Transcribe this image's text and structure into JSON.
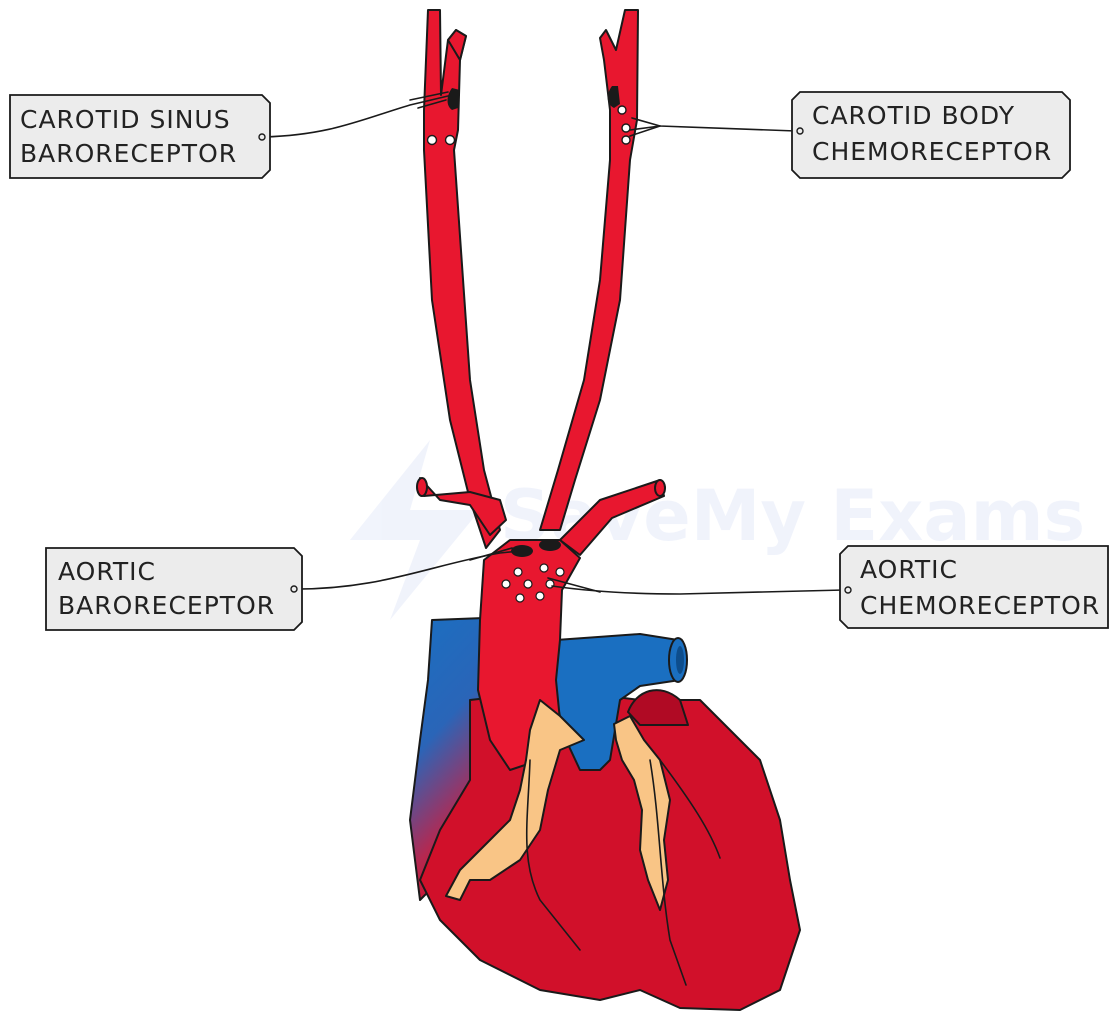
{
  "labels": {
    "carotid_sinus": {
      "line1": "CAROTID SINUS",
      "line2": "BARORECEPTOR"
    },
    "carotid_body": {
      "line1": "CAROTID BODY",
      "line2": "CHEMORECEPTOR"
    },
    "aortic_baro": {
      "line1": "AORTIC",
      "line2": "BARORECEPTOR"
    },
    "aortic_chemo": {
      "line1": "AORTIC",
      "line2": "CHEMORECEPTOR"
    }
  },
  "watermark": "SaveMy Exams",
  "colors": {
    "artery": "#e8172f",
    "heart": "#d1102a",
    "vein": "#1a6fc1",
    "fat": "#f9c586",
    "label_fill": "#ececec",
    "receptor_dark": "#1a1a1a",
    "receptor_light": "#ffffff"
  }
}
